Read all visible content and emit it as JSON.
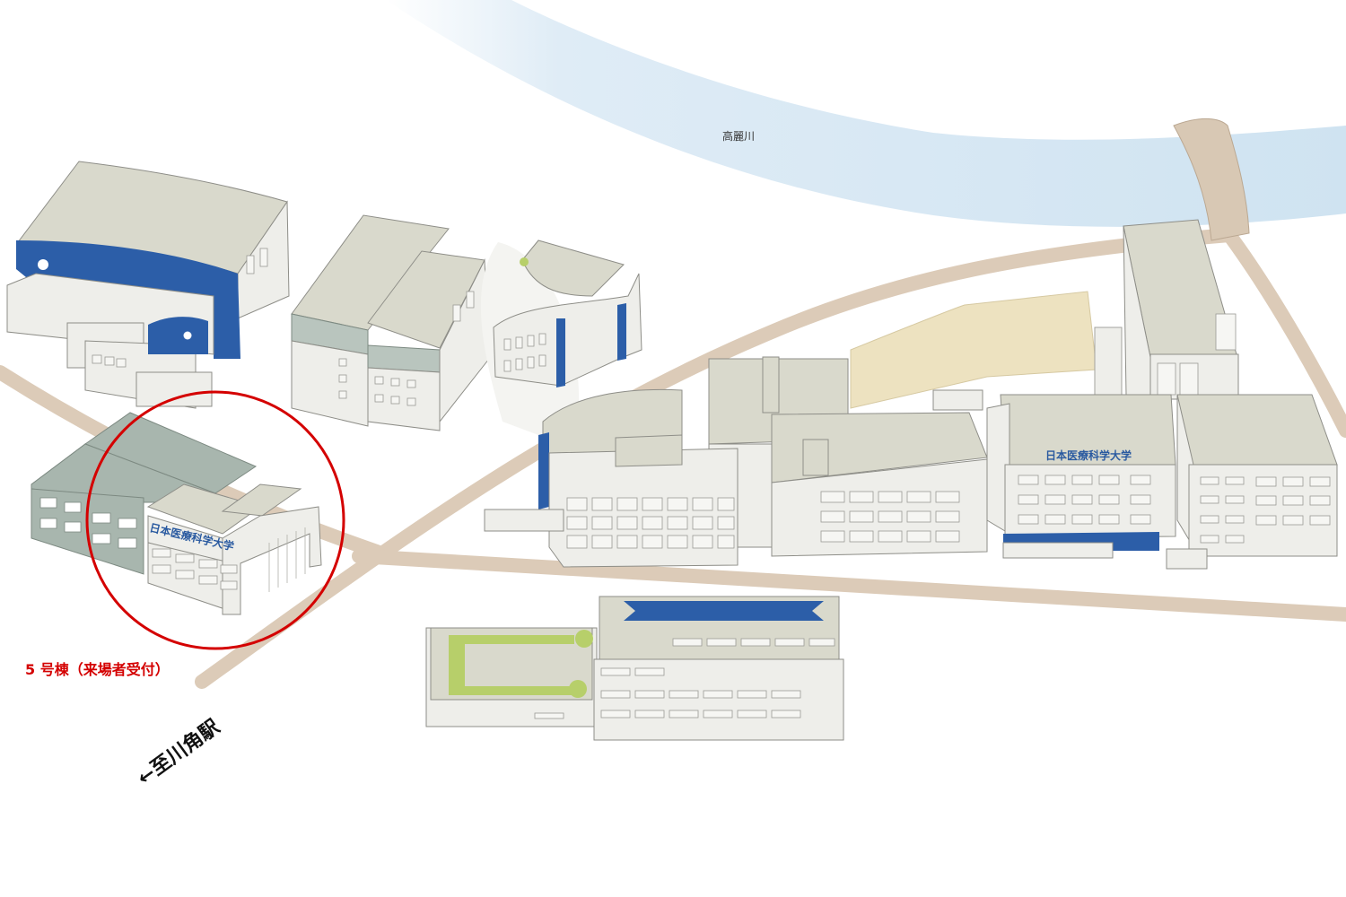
{
  "river": {
    "label": "高麗川"
  },
  "signs": {
    "main_campus": "日本医療科学大学",
    "building5": "日本医療科学大学"
  },
  "callout": {
    "label": "5 号棟（来場者受付）",
    "color": "#d40000"
  },
  "direction": {
    "label": "←至川角駅"
  },
  "colors": {
    "river": "#cfe3f1",
    "road": "#dccbb8",
    "field": "#ede2c0",
    "accent_blue": "#2c5ea8",
    "green": "#b7cf6a",
    "highlight_circle": "#d40000"
  },
  "icons": [
    "arrow-left-icon"
  ]
}
